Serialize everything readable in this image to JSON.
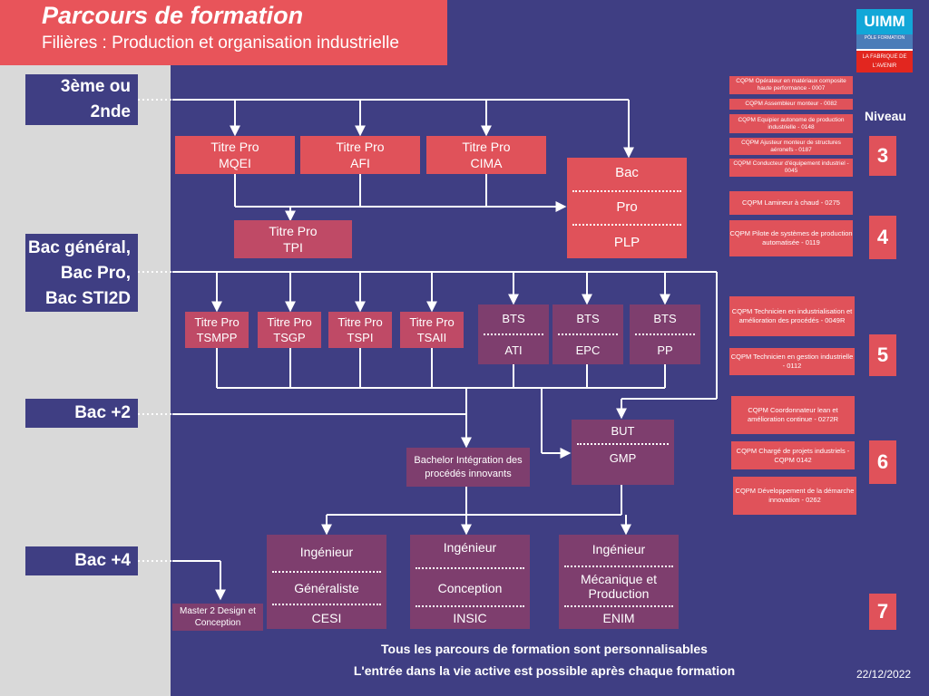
{
  "header": {
    "title": "Parcours de formation",
    "subtitle": "Filières : Production et organisation industrielle"
  },
  "logo": {
    "top": "UIMM",
    "mid": "PÔLE FORMATION",
    "bottom": "LA FABRIQUE DE L'AVENIR"
  },
  "levels_left": [
    "3ème ou 2nde",
    "Bac général, Bac Pro, Bac STI2D",
    "Bac +2",
    "Bac +4"
  ],
  "niveau_title": "Niveau",
  "niveau": [
    "3",
    "4",
    "5",
    "6",
    "7"
  ],
  "titre_pro_top": [
    {
      "line1": "Titre Pro",
      "line2": "MQEI"
    },
    {
      "line1": "Titre Pro",
      "line2": "AFI"
    },
    {
      "line1": "Titre Pro",
      "line2": "CIMA"
    }
  ],
  "titre_pro_tpi": {
    "line1": "Titre Pro",
    "line2": "TPI"
  },
  "bac_pro": [
    "Bac",
    "Pro",
    "PLP"
  ],
  "titre_pro_bottom": [
    {
      "line1": "Titre Pro",
      "line2": "TSMPP"
    },
    {
      "line1": "Titre Pro",
      "line2": "TSGP"
    },
    {
      "line1": "Titre Pro",
      "line2": "TSPI"
    },
    {
      "line1": "Titre Pro",
      "line2": "TSAII"
    }
  ],
  "bts": [
    {
      "line1": "BTS",
      "line2": "ATI"
    },
    {
      "line1": "BTS",
      "line2": "EPC"
    },
    {
      "line1": "BTS",
      "line2": "PP"
    }
  ],
  "but": {
    "line1": "BUT",
    "line2": "GMP"
  },
  "bachelor": "Bachelor Intégration des procédés innovants",
  "ingenieurs": [
    {
      "l1": "Ingénieur",
      "l2": "Généraliste",
      "l3": "CESI"
    },
    {
      "l1": "Ingénieur",
      "l2": "Conception",
      "l3": "INSIC"
    },
    {
      "l1": "Ingénieur",
      "l2": "Mécanique et Production",
      "l3": "ENIM"
    }
  ],
  "master": "Master 2 Design et Conception",
  "cqpm": [
    "CQPM Opérateur en matériaux composite haute performance - 0007",
    "CQPM Assembleur monteur - 0082",
    "CQPM Equipier autonome de production industrielle - 0148",
    "CQPM Ajusteur monteur de structures aéronefs - 0187",
    "CQPM Conducteur d'équipement industriel - 0045",
    "CQPM Lamineur à chaud - 0275",
    "CQPM Pilote de systèmes de production automatisée - 0119",
    "CQPM Technicien en industrialisation et amélioration des procédés - 0049R",
    "CQPM Technicien en gestion industrielle - 0112",
    "CQPM Coordonnateur lean et amélioration continue - 0272R",
    "CQPM Chargé de projets industriels - CQPM 0142",
    "CQPM Développement de la démarche innovation - 0262"
  ],
  "footer": {
    "line1": "Tous les parcours de formation sont personnalisables",
    "line2": "L'entrée dans la vie active est possible après chaque formation"
  },
  "date": "22/12/2022"
}
